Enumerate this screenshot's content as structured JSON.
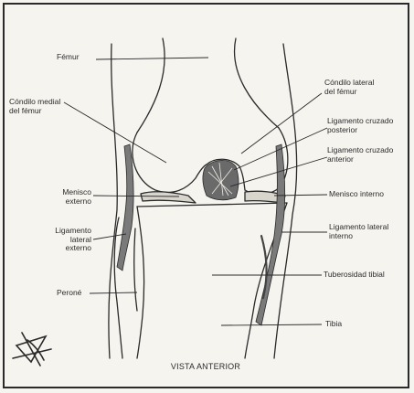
{
  "labels": {
    "femur": "Fémur",
    "medial_condyle": "Cóndilo medial\ndel fémur",
    "lateral_condyle": "Cóndilo lateral\ndel fémur",
    "posterior_cruciate": "Ligamento cruzado\nposterior",
    "anterior_cruciate": "Ligamento cruzado\nanterior",
    "external_meniscus": "Menisco\nexterno",
    "internal_meniscus": "Menisco interno",
    "lateral_ligament_external": "Ligamento\nlateral\nexterno",
    "lateral_ligament_internal": "Ligamento lateral\ninterno",
    "tibial_tuberosity": "Tuberosidad tibial",
    "fibula": "Peroné",
    "tibia": "Tibia",
    "caption": "VISTA ANTERIOR"
  },
  "colors": {
    "line": "#2a2a2a",
    "paper": "#f6f4ef",
    "ligament": "#5a5a5a"
  }
}
